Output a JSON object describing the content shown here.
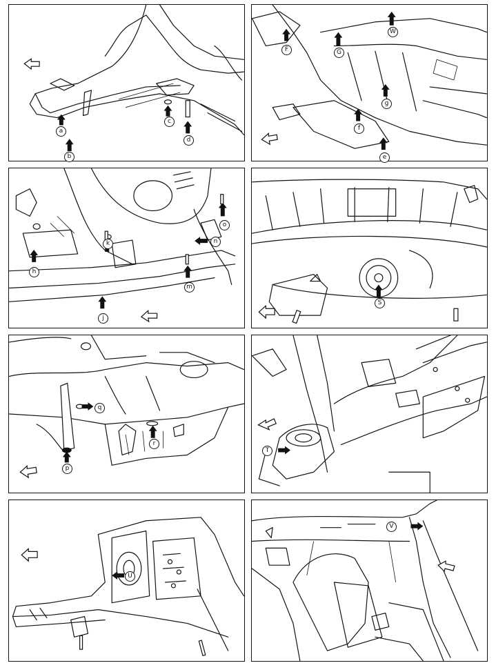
{
  "panels": [
    {
      "id": "p1",
      "labels": [
        "a",
        "b",
        "c",
        "d"
      ]
    },
    {
      "id": "p2",
      "labels": [
        "F",
        "G",
        "W",
        "g",
        "f",
        "e"
      ]
    },
    {
      "id": "p3",
      "labels": [
        "h",
        "k",
        "o",
        "n",
        "m",
        "j"
      ]
    },
    {
      "id": "p4",
      "labels": [
        "S"
      ]
    },
    {
      "id": "p5",
      "labels": [
        "q",
        "p",
        "r"
      ]
    },
    {
      "id": "p6",
      "labels": [
        "T"
      ]
    },
    {
      "id": "p7",
      "labels": [
        "U"
      ]
    },
    {
      "id": "p8",
      "labels": [
        "V"
      ]
    }
  ]
}
